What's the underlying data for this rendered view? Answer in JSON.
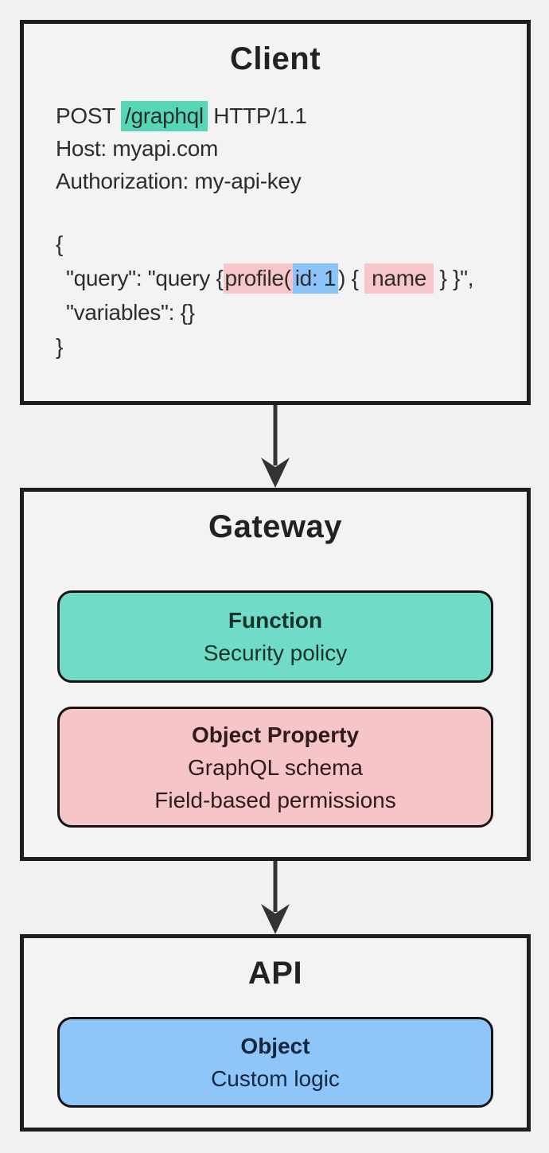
{
  "client": {
    "title": "Client",
    "request": {
      "post_prefix": "POST ",
      "post_path": "/graphql",
      "post_suffix": " HTTP/1.1",
      "host_line": "Host: myapi.com",
      "auth_line": "Authorization: my-api-key"
    },
    "body": {
      "open_brace": "{",
      "query_prefix": "\"query\": \"query {",
      "query_field_call": "profile(",
      "query_arg": "id: 1",
      "query_mid": ") { ",
      "query_selection": "name",
      "query_suffix": " } }\",",
      "variables_line": "\"variables\": {}",
      "close_brace": "}"
    }
  },
  "gateway": {
    "title": "Gateway",
    "function_card": {
      "title": "Function",
      "lines": [
        "Security policy"
      ]
    },
    "object_property_card": {
      "title": "Object Property",
      "lines": [
        "GraphQL schema",
        "Field-based permissions"
      ]
    }
  },
  "api": {
    "title": "API",
    "object_card": {
      "title": "Object",
      "lines": [
        "Custom logic"
      ]
    }
  },
  "colors": {
    "background": "#f1f1f1",
    "box_fill": "#f3f3f3",
    "box_border": "#1e1e1e",
    "highlight_teal": "#55d7b5",
    "highlight_pink": "#f6c6ca",
    "highlight_blue": "#8cc3f8",
    "function_card_fill": "#70dcc7",
    "object_property_card_fill": "#f5c5c8",
    "object_card_fill": "#8ec6fa",
    "arrow": "#333333"
  }
}
